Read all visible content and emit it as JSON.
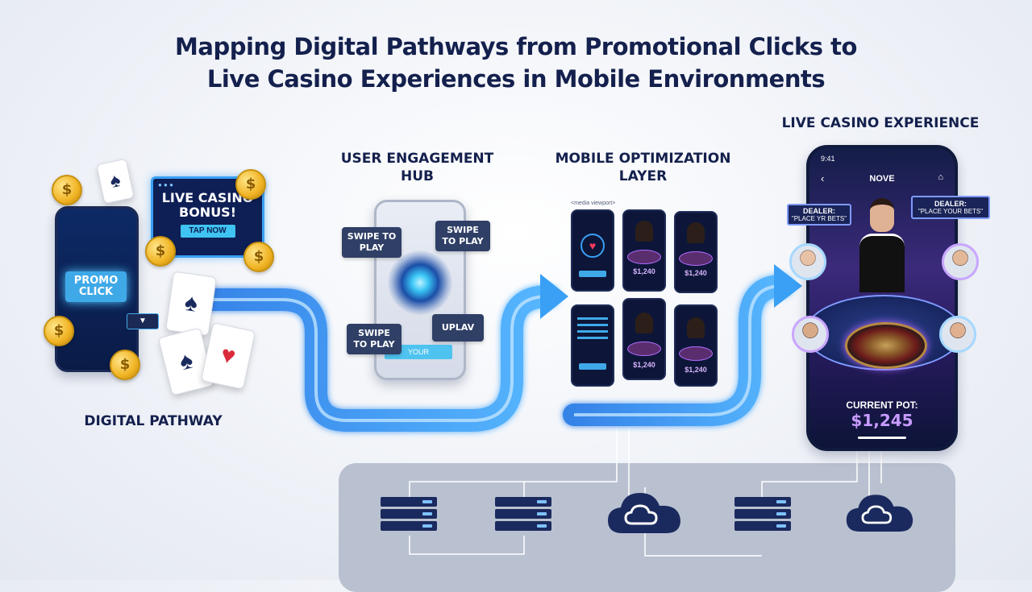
{
  "title": {
    "line1": "Mapping Digital Pathways from Promotional Clicks to",
    "line2": "Live Casino Experiences in Mobile Environments"
  },
  "stages": {
    "digital_pathway": "DIGITAL PATHWAY",
    "engagement_hub_line1": "USER ENGAGEMENT",
    "engagement_hub_line2": "HUB",
    "optimization_line1": "MOBILE OPTIMIZATION",
    "optimization_line2": "LAYER",
    "live_casino": "LIVE CASINO EXPERIENCE"
  },
  "promo": {
    "button": "PROMO CLICK",
    "banner_line1": "LIVE CASINO",
    "banner_line2": "BONUS!",
    "banner_cta": "TAP NOW",
    "coin_symbol": "$"
  },
  "hub": {
    "bubble_top_left": "SWIPE TO PLAY",
    "bubble_top_right": "SWIPE TO PLAY",
    "bubble_bottom_left": "SWIPE TO PLAY",
    "bubble_bottom_right": "UPLAV",
    "bottom_button": "YOUR"
  },
  "optimization": {
    "caption": "<media viewport>",
    "amounts": [
      "$1,240",
      "$1,240",
      "$1,240",
      "$1,240"
    ]
  },
  "live": {
    "status_time": "9:41",
    "nav_title": "NOVE",
    "dealer_left_title": "DEALER:",
    "dealer_left_text": "\"PLACE YR BETS\"",
    "dealer_right_title": "DEALER:",
    "dealer_right_text": "\"PLACE YOUR BETS\"",
    "pot_label": "CURRENT POT:",
    "pot_value": "$1,245"
  },
  "colors": {
    "navy": "#14204d",
    "pathway_blue": "#3aa0f5",
    "accent_purple": "#b06bff",
    "gold": "#f0b323",
    "infra_panel": "#b7bfcf"
  }
}
